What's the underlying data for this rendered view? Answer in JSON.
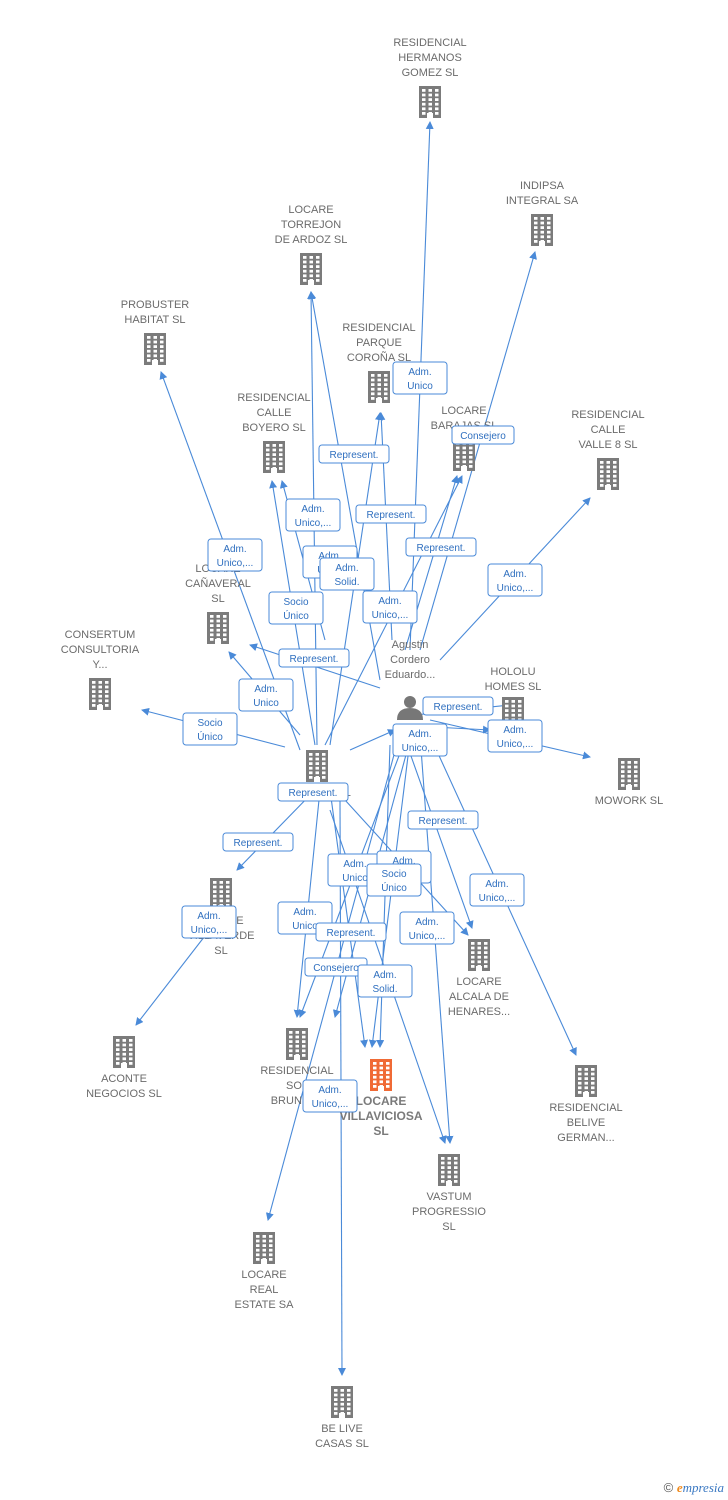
{
  "colors": {
    "building": "#7b7b7b",
    "focus": "#f06a35",
    "person": "#777777",
    "edge": "#4a8ad8"
  },
  "nodes": [
    {
      "id": "residencial-hermanos-gomez",
      "type": "company",
      "lines": [
        "RESIDENCIAL",
        "HERMANOS",
        "GOMEZ  SL"
      ]
    },
    {
      "id": "indipsa-integral",
      "type": "company",
      "lines": [
        "INDIPSA",
        "INTEGRAL SA"
      ]
    },
    {
      "id": "locare-torrejon",
      "type": "company",
      "lines": [
        "LOCARE",
        "TORREJON",
        "DE ARDOZ  SL"
      ]
    },
    {
      "id": "probuster-habitat",
      "type": "company",
      "lines": [
        "PROBUSTER",
        "HABITAT  SL"
      ]
    },
    {
      "id": "residencial-parque-corona",
      "type": "company",
      "lines": [
        "RESIDENCIAL",
        "PARQUE",
        "COROÑA  SL"
      ]
    },
    {
      "id": "residencial-calle-boyero",
      "type": "company",
      "lines": [
        "RESIDENCIAL",
        "CALLE",
        "BOYERO  SL"
      ]
    },
    {
      "id": "locare-barajas",
      "type": "company",
      "lines": [
        "LOCARE",
        "BARAJAS  SL"
      ]
    },
    {
      "id": "residencial-calle-valle8",
      "type": "company",
      "lines": [
        "RESIDENCIAL",
        "CALLE",
        "VALLE 8  SL"
      ]
    },
    {
      "id": "locare-canaveral",
      "type": "company",
      "lines": [
        "LOCARE",
        "CAÑAVERAL",
        "SL"
      ]
    },
    {
      "id": "consertum-consultoria",
      "type": "company",
      "lines": [
        "CONSERTUM",
        "CONSULTORIA",
        "Y..."
      ]
    },
    {
      "id": "agustin-cordero",
      "type": "person",
      "lines": [
        "Agustin",
        "Cordero",
        "Eduardo..."
      ]
    },
    {
      "id": "hololu-homes",
      "type": "company",
      "lines": [
        "HOLOLU",
        "HOMES  SL"
      ]
    },
    {
      "id": "mowork",
      "type": "company",
      "lines": [
        "MOWORK  SL"
      ]
    },
    {
      "id": "project-sl",
      "type": "company",
      "lines": [
        "PROJECT SL"
      ]
    },
    {
      "id": "locare-villaverde",
      "type": "company",
      "lines": [
        "LOCARE",
        "VILLAVERDE",
        "SL"
      ]
    },
    {
      "id": "aconte-negocios",
      "type": "company",
      "lines": [
        "ACONTE",
        "NEGOCIOS  SL"
      ]
    },
    {
      "id": "locare-alcala",
      "type": "company",
      "lines": [
        "LOCARE",
        "ALCALA DE",
        "HENARES..."
      ]
    },
    {
      "id": "residencial-sol-brunete",
      "type": "company",
      "lines": [
        "RESIDENCIAL",
        "SOL",
        "BRUNETE"
      ]
    },
    {
      "id": "locare-villaviciosa",
      "type": "focus",
      "lines": [
        "LOCARE",
        "VILLAVICIOSA",
        "SL"
      ]
    },
    {
      "id": "residencial-belive",
      "type": "company",
      "lines": [
        "RESIDENCIAL",
        "BELIVE",
        "GERMAN..."
      ]
    },
    {
      "id": "vastum-progressio",
      "type": "company",
      "lines": [
        "VASTUM",
        "PROGRESSIO",
        "SL"
      ]
    },
    {
      "id": "locare-real-estate",
      "type": "company",
      "lines": [
        "LOCARE",
        "REAL",
        "ESTATE SA"
      ]
    },
    {
      "id": "be-live-casas",
      "type": "company",
      "lines": [
        "BE LIVE",
        "CASAS  SL"
      ]
    }
  ],
  "edge_labels": [
    [
      "Adm.",
      "Unico"
    ],
    [
      "Consejero"
    ],
    [
      "Represent."
    ],
    [
      "Represent."
    ],
    [
      "Adm.",
      "Unico,..."
    ],
    [
      "Adm.",
      "Unico,..."
    ],
    [
      "Adm.",
      "Unico"
    ],
    [
      "Adm.",
      "Solid."
    ],
    [
      "Represent."
    ],
    [
      "Adm.",
      "Unico,..."
    ],
    [
      "Adm.",
      "Unico,..."
    ],
    [
      "Socio",
      "Único"
    ],
    [
      "Represent."
    ],
    [
      "Adm.",
      "Unico"
    ],
    [
      "Socio",
      "Único"
    ],
    [
      "Represent."
    ],
    [
      "Adm.",
      "Unico,..."
    ],
    [
      "Adm.",
      "Unico,..."
    ],
    [
      "Represent."
    ],
    [
      "Represent."
    ],
    [
      "Adm.",
      "Unico,..."
    ],
    [
      "Adm.",
      "Unico"
    ],
    [
      "Adm.",
      "Unico"
    ],
    [
      "Adm.",
      "Unico"
    ],
    [
      "Represent."
    ],
    [
      "Adm.",
      "Unico,..."
    ],
    [
      "Socio",
      "Único"
    ],
    [
      "Adm.",
      "Unico,..."
    ],
    [
      "Represent."
    ],
    [
      "Consejero"
    ],
    [
      "Adm.",
      "Solid."
    ],
    [
      "Adm.",
      "Unico,..."
    ]
  ],
  "footer": {
    "copyright": "©",
    "brand_e": "e",
    "brand_rest": "mpresia"
  }
}
